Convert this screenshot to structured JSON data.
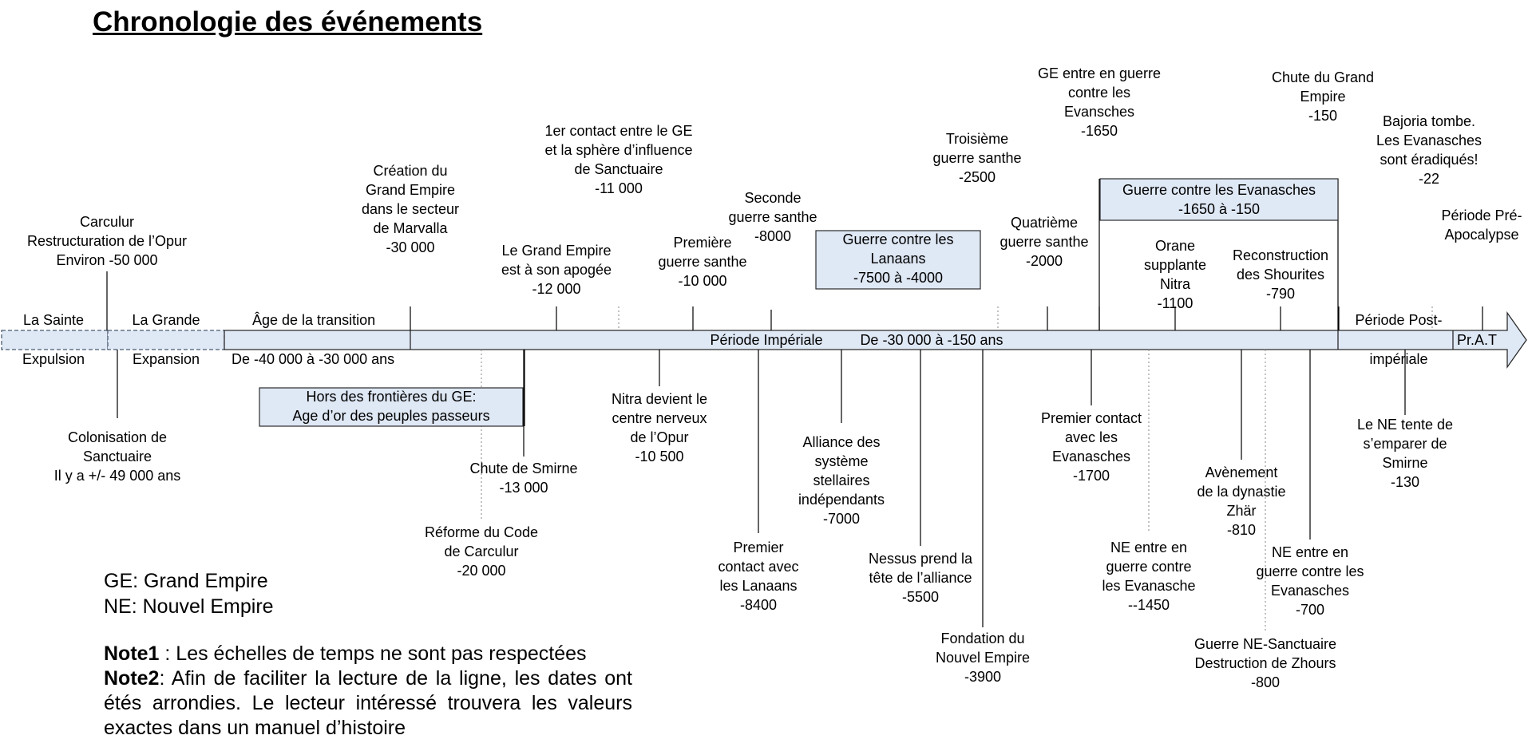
{
  "title": "Chronologie des événements",
  "colors": {
    "band_fill": "#dfe8f5",
    "band_stroke": "#2b2b2b",
    "dashed_stroke": "#4a5a70",
    "box_fill": "#dfe8f5"
  },
  "band_labels": [
    {
      "text": "La Sainte"
    },
    {
      "text": "Expulsion"
    },
    {
      "text": "La Grande"
    },
    {
      "text": "Expansion"
    },
    {
      "text": "Âge de la transition"
    },
    {
      "text": "De -40 000 à -30 000 ans"
    },
    {
      "text": "Période Impériale"
    },
    {
      "text": "De -30 000 à -150 ans"
    },
    {
      "text": "Période Post-"
    },
    {
      "text": "impériale"
    },
    {
      "text": "Pr.A.T"
    }
  ],
  "events_above": [
    {
      "lines": [
        "Carculur",
        "Restructuration de l’Opur",
        "Environ -50 000"
      ]
    },
    {
      "lines": [
        "Création du",
        "Grand Empire",
        "dans le secteur",
        "de Marvalla",
        "-30 000"
      ]
    },
    {
      "lines": [
        "Le Grand Empire",
        "est à son apogée",
        "-12 000"
      ]
    },
    {
      "lines": [
        "1er contact entre le GE",
        "et la sphère d’influence",
        "de Sanctuaire",
        "-11 000"
      ]
    },
    {
      "lines": [
        "Première",
        "guerre santhe",
        "-10 000"
      ]
    },
    {
      "lines": [
        "Seconde",
        "guerre santhe",
        "-8000"
      ]
    },
    {
      "lines": [
        "Troisième",
        "guerre santhe",
        "-2500"
      ]
    },
    {
      "lines": [
        "Quatrième",
        "guerre santhe",
        "-2000"
      ]
    },
    {
      "lines": [
        "GE entre en guerre",
        "contre les",
        "Evansches",
        "-1650"
      ]
    },
    {
      "lines": [
        "Orane",
        "supplante",
        "Nitra",
        "-1100"
      ]
    },
    {
      "lines": [
        "Reconstruction",
        "des Shourites",
        "-790"
      ]
    },
    {
      "lines": [
        "Chute du Grand",
        "Empire",
        "-150"
      ]
    },
    {
      "lines": [
        "Bajoria tombe.",
        "Les Evanasches",
        "sont éradiqués!",
        "-22"
      ]
    },
    {
      "lines": [
        "Période Pré-",
        "Apocalypse"
      ]
    }
  ],
  "events_below": [
    {
      "lines": [
        "Colonisation de",
        "Sanctuaire",
        "Il y a +/- 49 000 ans"
      ]
    },
    {
      "lines": [
        "Chute de Smirne",
        "-13 000"
      ]
    },
    {
      "lines": [
        "Réforme du Code",
        "de Carculur",
        "-20 000"
      ]
    },
    {
      "lines": [
        "Nitra devient le",
        "centre nerveux",
        "de l’Opur",
        "-10 500"
      ]
    },
    {
      "lines": [
        "Premier",
        "contact avec",
        "les Lanaans",
        "-8400"
      ]
    },
    {
      "lines": [
        "Alliance des",
        "système",
        "stellaires",
        "indépendants",
        "-7000"
      ]
    },
    {
      "lines": [
        "Nessus prend la",
        "tête de l’alliance",
        "-5500"
      ]
    },
    {
      "lines": [
        "Fondation du",
        "Nouvel Empire",
        "-3900"
      ]
    },
    {
      "lines": [
        "Premier contact",
        "avec les",
        "Evanasches",
        "-1700"
      ]
    },
    {
      "lines": [
        "NE entre en",
        "guerre contre",
        "les Evanasche",
        "--1450"
      ]
    },
    {
      "lines": [
        "Avènement",
        "de la dynastie",
        "Zhär",
        "-810"
      ]
    },
    {
      "lines": [
        "Guerre NE-Sanctuaire",
        "Destruction de Zhours",
        "-800"
      ]
    },
    {
      "lines": [
        "NE entre en",
        "guerre contre les",
        "Evanasches",
        "-700"
      ]
    },
    {
      "lines": [
        "Le NE tente de",
        "s’emparer de",
        "Smirne",
        "-130"
      ]
    }
  ],
  "boxes": [
    {
      "lines": [
        "Hors des frontières du GE:",
        "Age d’or des peuples passeurs"
      ]
    },
    {
      "lines": [
        "Guerre contre les",
        "Lanaans",
        "-7500 à -4000"
      ]
    },
    {
      "lines": [
        "Guerre contre les Evanasches",
        "-1650 à -150"
      ]
    }
  ],
  "legend": [
    "GE: Grand Empire",
    "NE: Nouvel Empire"
  ],
  "notes": [
    {
      "label": "Note1",
      "text": " : Les échelles de temps ne sont pas respectées"
    },
    {
      "label": "Note2",
      "text": ": Afin de faciliter la lecture de la ligne, les dates ont étés arrondies. Le lecteur intéressé trouvera les valeurs exactes dans un manuel d’histoire"
    }
  ]
}
